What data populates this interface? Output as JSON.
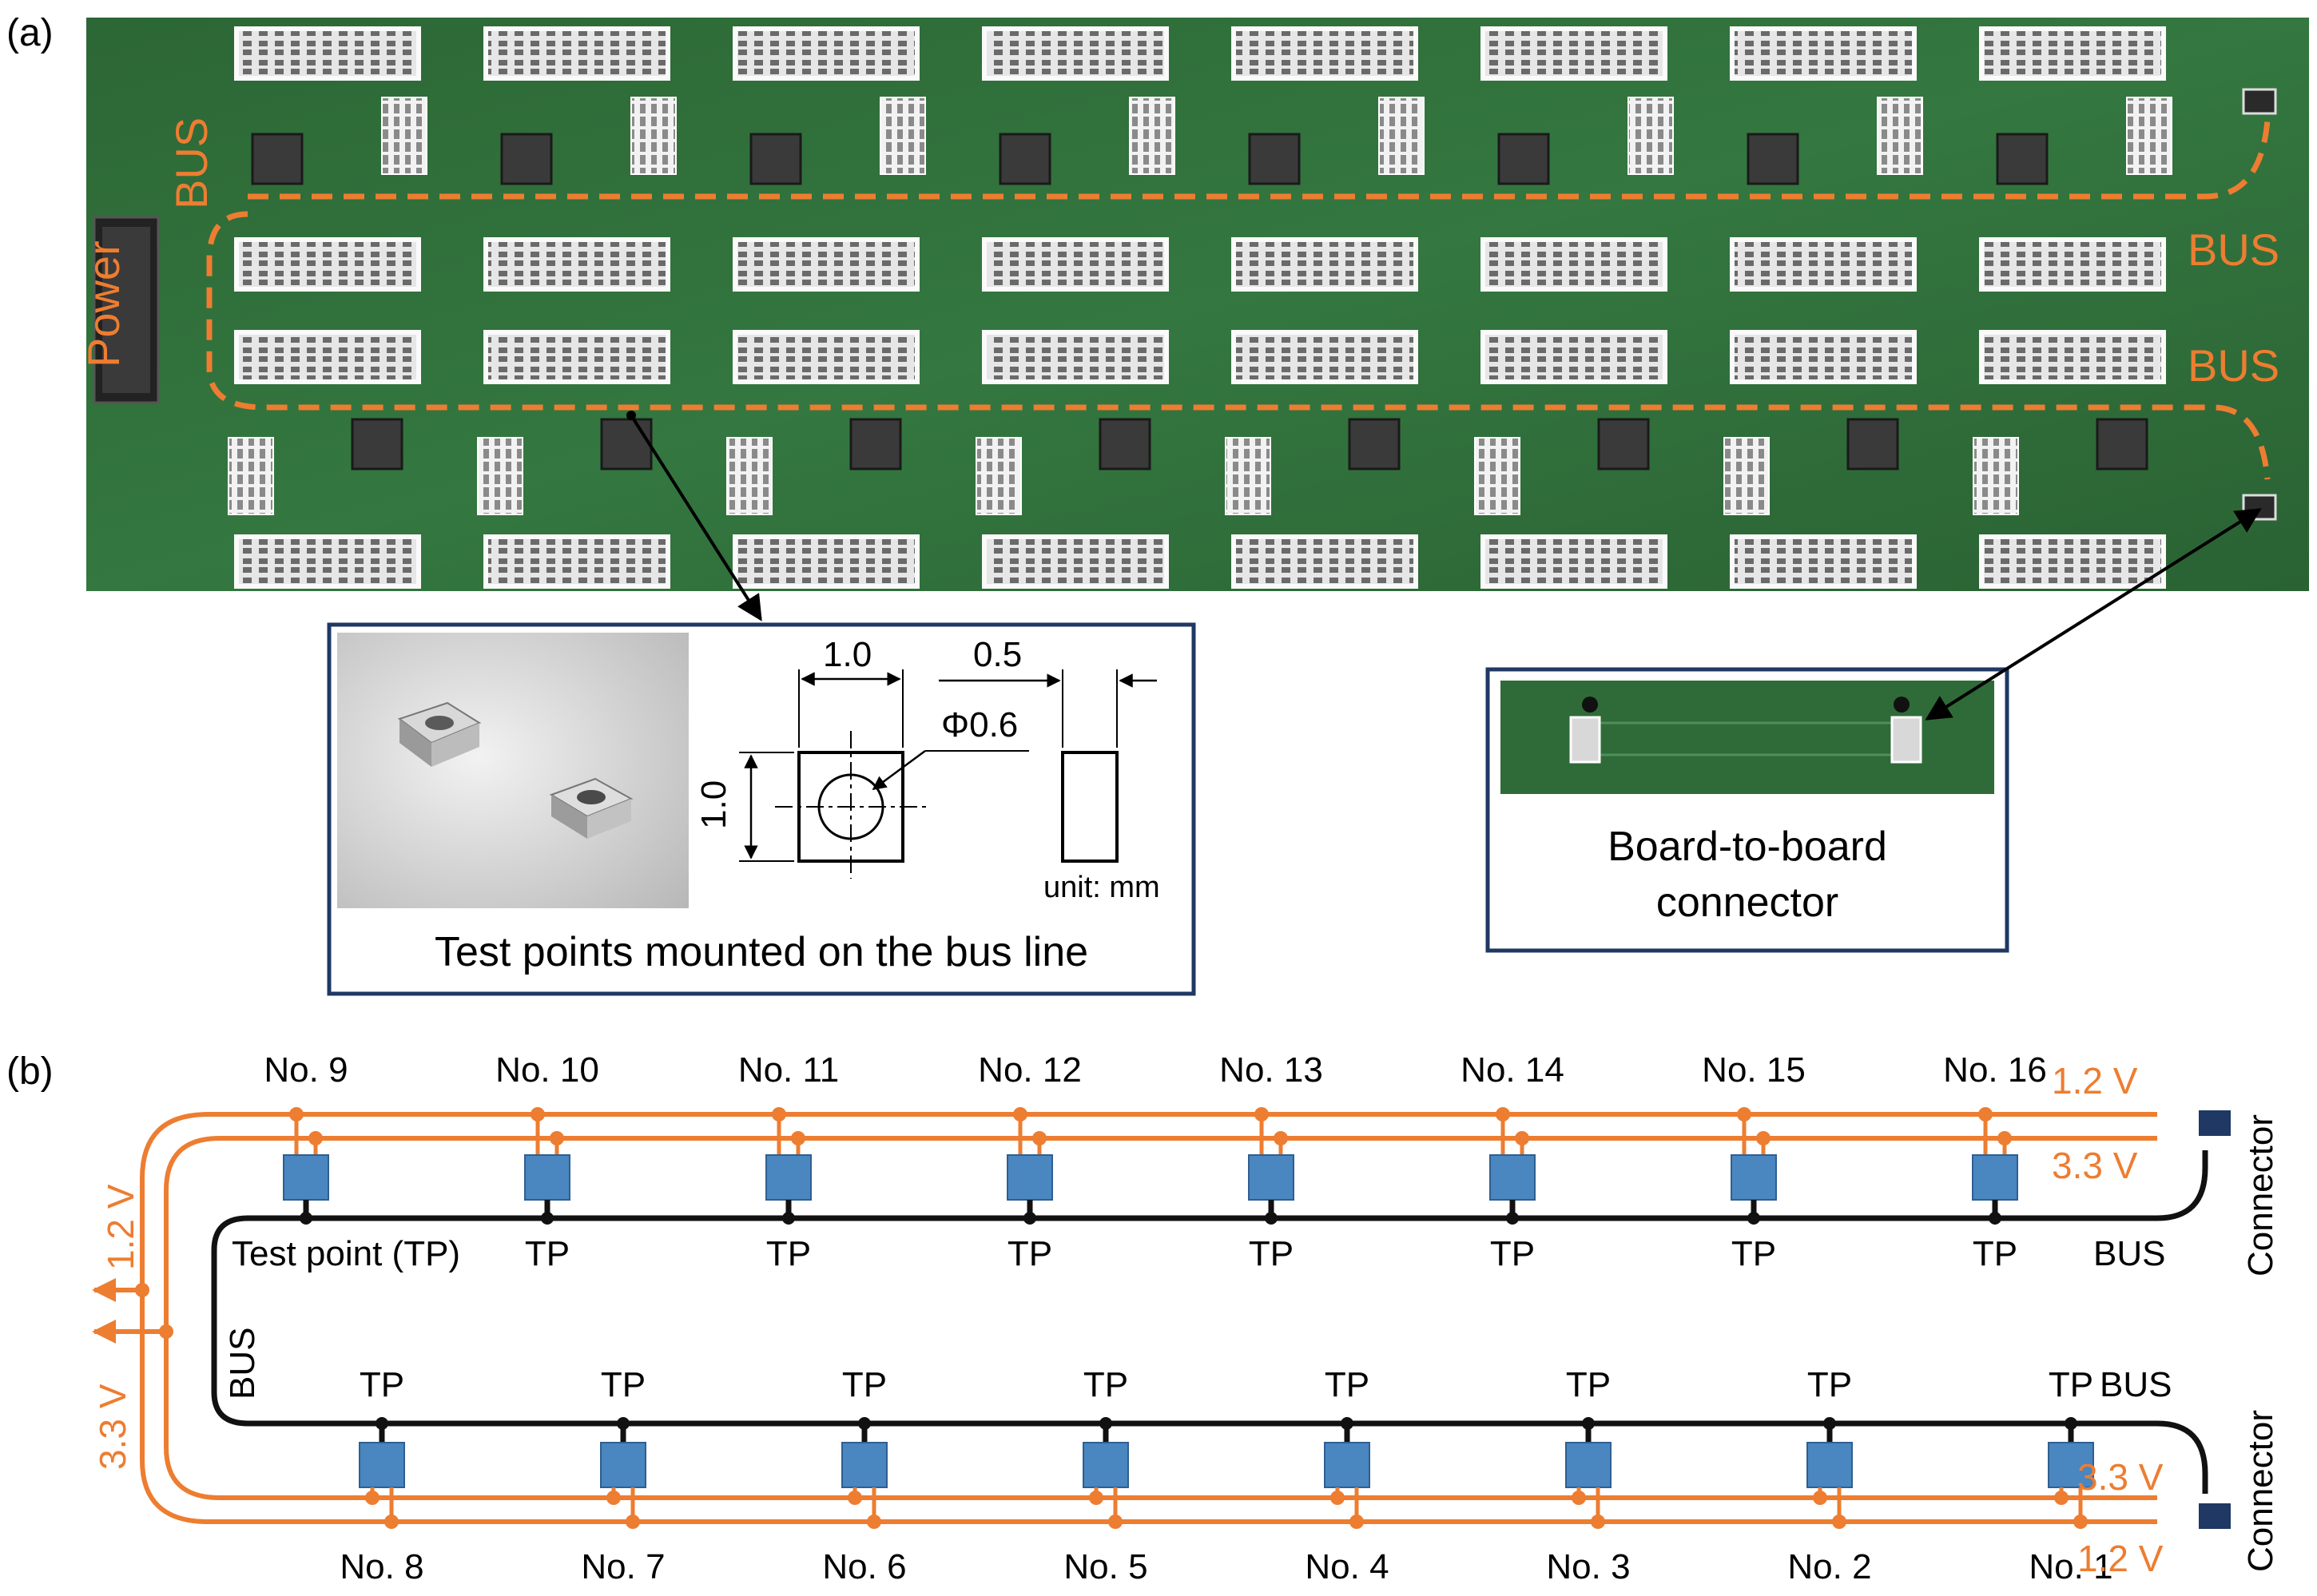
{
  "panel_a": {
    "label": "(a)",
    "overlay": {
      "power": "Power",
      "bus_left": "BUS",
      "bus_right_top": "BUS",
      "bus_right_bottom": "BUS"
    },
    "testpoint_inset": {
      "caption": "Test points mounted on the bus line",
      "dim_width": "1.0",
      "dim_height": "1.0",
      "dim_thickness": "0.5",
      "dim_hole": "Φ0.6",
      "unit": "unit: mm"
    },
    "connector_inset": {
      "caption_line1": "Board-to-board",
      "caption_line2": "connector"
    }
  },
  "panel_b": {
    "label": "(b)",
    "top_nodes": [
      "No. 9",
      "No. 10",
      "No. 11",
      "No. 12",
      "No. 13",
      "No. 14",
      "No. 15",
      "No. 16"
    ],
    "bottom_nodes": [
      "No. 8",
      "No. 7",
      "No. 6",
      "No. 5",
      "No. 4",
      "No. 3",
      "No. 2",
      "No. 1"
    ],
    "tp_first": "Test point (TP)",
    "tp": "TP",
    "bus": "BUS",
    "v12": "1.2 V",
    "v33": "3.3 V",
    "connector": "Connector",
    "colors": {
      "rail": "#ed7d31",
      "node": "#4a86c0",
      "bus": "#111111",
      "pcb": "#2f6b38",
      "connector": "#1f3864"
    }
  }
}
